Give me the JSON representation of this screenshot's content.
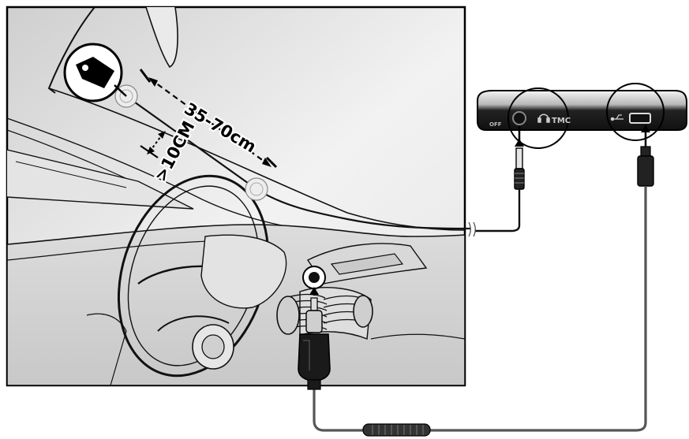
{
  "diagram": {
    "distance_label": "35-70cm",
    "offset_label": ">10CM",
    "device_labels": {
      "off": "OFF",
      "tmc": "TMC"
    },
    "icons": [
      "headphone-icon",
      "usb-icon",
      "tag-icon",
      "suction-cup-icon"
    ]
  }
}
